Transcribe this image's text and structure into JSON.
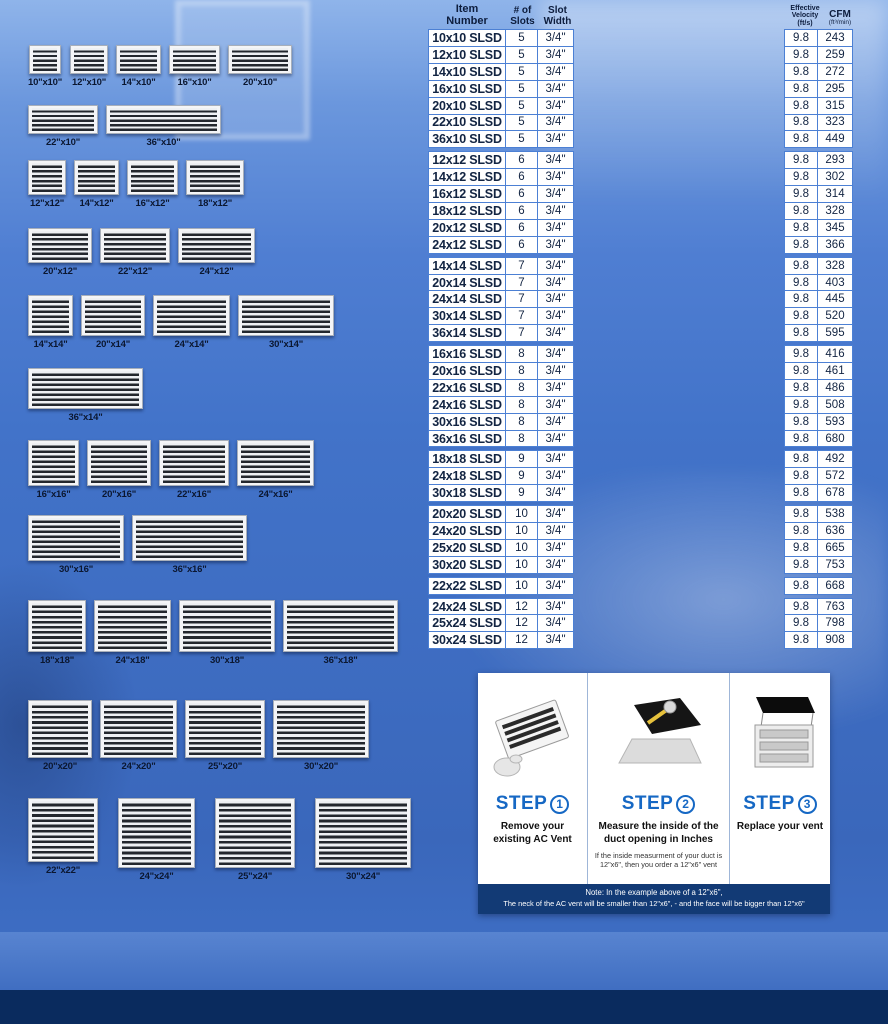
{
  "colors": {
    "accent_blue": "#1668c4",
    "table_border": "#4c80d4",
    "note_bar_bg": "#123a75"
  },
  "vent_grid": {
    "rows": [
      {
        "items": [
          {
            "size": "10\"x10\"",
            "w": 10,
            "h": 10
          },
          {
            "size": "12\"x10\"",
            "w": 12,
            "h": 10
          },
          {
            "size": "14\"x10\"",
            "w": 14,
            "h": 10
          },
          {
            "size": "16\"x10\"",
            "w": 16,
            "h": 10
          },
          {
            "size": "20\"x10\"",
            "w": 20,
            "h": 10
          }
        ]
      },
      {
        "items": [
          {
            "size": "22\"x10\"",
            "w": 22,
            "h": 10
          },
          {
            "size": "36\"x10\"",
            "w": 36,
            "h": 10
          }
        ]
      },
      {
        "items": [
          {
            "size": "12\"x12\"",
            "w": 12,
            "h": 12
          },
          {
            "size": "14\"x12\"",
            "w": 14,
            "h": 12
          },
          {
            "size": "16\"x12\"",
            "w": 16,
            "h": 12
          },
          {
            "size": "18\"x12\"",
            "w": 18,
            "h": 12
          }
        ]
      },
      {
        "items": [
          {
            "size": "20\"x12\"",
            "w": 20,
            "h": 12
          },
          {
            "size": "22\"x12\"",
            "w": 22,
            "h": 12
          },
          {
            "size": "24\"x12\"",
            "w": 24,
            "h": 12
          }
        ]
      },
      {
        "items": [
          {
            "size": "14\"x14\"",
            "w": 14,
            "h": 14
          },
          {
            "size": "20\"x14\"",
            "w": 20,
            "h": 14
          },
          {
            "size": "24\"x14\"",
            "w": 24,
            "h": 14
          },
          {
            "size": "30\"x14\"",
            "w": 30,
            "h": 14
          }
        ]
      },
      {
        "items": [
          {
            "size": "36\"x14\"",
            "w": 36,
            "h": 14
          }
        ]
      },
      {
        "items": [
          {
            "size": "16\"x16\"",
            "w": 16,
            "h": 16
          },
          {
            "size": "20\"x16\"",
            "w": 20,
            "h": 16
          },
          {
            "size": "22\"x16\"",
            "w": 22,
            "h": 16
          },
          {
            "size": "24\"x16\"",
            "w": 24,
            "h": 16
          }
        ]
      },
      {
        "items": [
          {
            "size": "30\"x16\"",
            "w": 30,
            "h": 16
          },
          {
            "size": "36\"x16\"",
            "w": 36,
            "h": 16
          }
        ]
      },
      {
        "items": [
          {
            "size": "18\"x18\"",
            "w": 18,
            "h": 18
          },
          {
            "size": "24\"x18\"",
            "w": 24,
            "h": 18
          },
          {
            "size": "30\"x18\"",
            "w": 30,
            "h": 18
          },
          {
            "size": "36\"x18\"",
            "w": 36,
            "h": 18
          }
        ]
      },
      {
        "items": [
          {
            "size": "20\"x20\"",
            "w": 20,
            "h": 20
          },
          {
            "size": "24\"x20\"",
            "w": 24,
            "h": 20
          },
          {
            "size": "25\"x20\"",
            "w": 25,
            "h": 20
          },
          {
            "size": "30\"x20\"",
            "w": 30,
            "h": 20
          }
        ]
      },
      {
        "items": [
          {
            "size": "22\"x22\"",
            "w": 22,
            "h": 22
          },
          {
            "size": "24\"x24\"",
            "w": 24,
            "h": 24
          },
          {
            "size": "25\"x24\"",
            "w": 25,
            "h": 24
          },
          {
            "size": "30\"x24\"",
            "w": 30,
            "h": 24
          }
        ]
      }
    ]
  },
  "spec_table": {
    "headers": {
      "item": "Item\nNumber",
      "slots": "# of\nSlots",
      "slot_width": "Slot\nWidth",
      "velocity": "Effective\nVelocity\n(ft/s)",
      "cfm_label": "CFM",
      "cfm_unit": "(ft³/min)"
    },
    "rows": [
      {
        "item": "10x10 SLSD",
        "slots": "5",
        "slot_width": "3/4\"",
        "velocity": "9.8",
        "cfm": "243"
      },
      {
        "item": "12x10 SLSD",
        "slots": "5",
        "slot_width": "3/4\"",
        "velocity": "9.8",
        "cfm": "259"
      },
      {
        "item": "14x10 SLSD",
        "slots": "5",
        "slot_width": "3/4\"",
        "velocity": "9.8",
        "cfm": "272"
      },
      {
        "item": "16x10 SLSD",
        "slots": "5",
        "slot_width": "3/4\"",
        "velocity": "9.8",
        "cfm": "295"
      },
      {
        "item": "20x10 SLSD",
        "slots": "5",
        "slot_width": "3/4\"",
        "velocity": "9.8",
        "cfm": "315"
      },
      {
        "item": "22x10 SLSD",
        "slots": "5",
        "slot_width": "3/4\"",
        "velocity": "9.8",
        "cfm": "323"
      },
      {
        "item": "36x10 SLSD",
        "slots": "5",
        "slot_width": "3/4\"",
        "velocity": "9.8",
        "cfm": "449"
      },
      {
        "item": "12x12 SLSD",
        "slots": "6",
        "slot_width": "3/4\"",
        "velocity": "9.8",
        "cfm": "293"
      },
      {
        "item": "14x12 SLSD",
        "slots": "6",
        "slot_width": "3/4\"",
        "velocity": "9.8",
        "cfm": "302"
      },
      {
        "item": "16x12 SLSD",
        "slots": "6",
        "slot_width": "3/4\"",
        "velocity": "9.8",
        "cfm": "314"
      },
      {
        "item": "18x12 SLSD",
        "slots": "6",
        "slot_width": "3/4\"",
        "velocity": "9.8",
        "cfm": "328"
      },
      {
        "item": "20x12 SLSD",
        "slots": "6",
        "slot_width": "3/4\"",
        "velocity": "9.8",
        "cfm": "345"
      },
      {
        "item": "24x12 SLSD",
        "slots": "6",
        "slot_width": "3/4\"",
        "velocity": "9.8",
        "cfm": "366"
      },
      {
        "item": "14x14 SLSD",
        "slots": "7",
        "slot_width": "3/4\"",
        "velocity": "9.8",
        "cfm": "328"
      },
      {
        "item": "20x14 SLSD",
        "slots": "7",
        "slot_width": "3/4\"",
        "velocity": "9.8",
        "cfm": "403"
      },
      {
        "item": "24x14 SLSD",
        "slots": "7",
        "slot_width": "3/4\"",
        "velocity": "9.8",
        "cfm": "445"
      },
      {
        "item": "30x14 SLSD",
        "slots": "7",
        "slot_width": "3/4\"",
        "velocity": "9.8",
        "cfm": "520"
      },
      {
        "item": "36x14 SLSD",
        "slots": "7",
        "slot_width": "3/4\"",
        "velocity": "9.8",
        "cfm": "595"
      },
      {
        "item": "16x16 SLSD",
        "slots": "8",
        "slot_width": "3/4\"",
        "velocity": "9.8",
        "cfm": "416"
      },
      {
        "item": "20x16 SLSD",
        "slots": "8",
        "slot_width": "3/4\"",
        "velocity": "9.8",
        "cfm": "461"
      },
      {
        "item": "22x16 SLSD",
        "slots": "8",
        "slot_width": "3/4\"",
        "velocity": "9.8",
        "cfm": "486"
      },
      {
        "item": "24x16 SLSD",
        "slots": "8",
        "slot_width": "3/4\"",
        "velocity": "9.8",
        "cfm": "508"
      },
      {
        "item": "30x16 SLSD",
        "slots": "8",
        "slot_width": "3/4\"",
        "velocity": "9.8",
        "cfm": "593"
      },
      {
        "item": "36x16 SLSD",
        "slots": "8",
        "slot_width": "3/4\"",
        "velocity": "9.8",
        "cfm": "680"
      },
      {
        "item": "18x18 SLSD",
        "slots": "9",
        "slot_width": "3/4\"",
        "velocity": "9.8",
        "cfm": "492"
      },
      {
        "item": "24x18 SLSD",
        "slots": "9",
        "slot_width": "3/4\"",
        "velocity": "9.8",
        "cfm": "572"
      },
      {
        "item": "30x18 SLSD",
        "slots": "9",
        "slot_width": "3/4\"",
        "velocity": "9.8",
        "cfm": "678"
      },
      {
        "item": "20x20 SLSD",
        "slots": "10",
        "slot_width": "3/4\"",
        "velocity": "9.8",
        "cfm": "538"
      },
      {
        "item": "24x20 SLSD",
        "slots": "10",
        "slot_width": "3/4\"",
        "velocity": "9.8",
        "cfm": "636"
      },
      {
        "item": "25x20 SLSD",
        "slots": "10",
        "slot_width": "3/4\"",
        "velocity": "9.8",
        "cfm": "665"
      },
      {
        "item": "30x20 SLSD",
        "slots": "10",
        "slot_width": "3/4\"",
        "velocity": "9.8",
        "cfm": "753"
      },
      {
        "item": "22x22 SLSD",
        "slots": "10",
        "slot_width": "3/4\"",
        "velocity": "9.8",
        "cfm": "668"
      },
      {
        "item": "24x24 SLSD",
        "slots": "12",
        "slot_width": "3/4\"",
        "velocity": "9.8",
        "cfm": "763"
      },
      {
        "item": "25x24 SLSD",
        "slots": "12",
        "slot_width": "3/4\"",
        "velocity": "9.8",
        "cfm": "798"
      },
      {
        "item": "30x24 SLSD",
        "slots": "12",
        "slot_width": "3/4\"",
        "velocity": "9.8",
        "cfm": "908"
      }
    ]
  },
  "steps_panel": {
    "steps": [
      {
        "label": "STEP",
        "number": "1",
        "title": "Remove your existing AC Vent"
      },
      {
        "label": "STEP",
        "number": "2",
        "title": "Measure the inside of the duct opening in Inches",
        "note": "If the inside measurment of your duct is 12\"x6\", then you order a 12\"x6\" vent"
      },
      {
        "label": "STEP",
        "number": "3",
        "title": "Replace your vent"
      }
    ],
    "footer_line1": "Note: In the example above of a 12\"x6\",",
    "footer_line2": "The neck of the AC vent will be smaller than 12\"x6\", - and the face will be bigger than 12\"x6\""
  }
}
